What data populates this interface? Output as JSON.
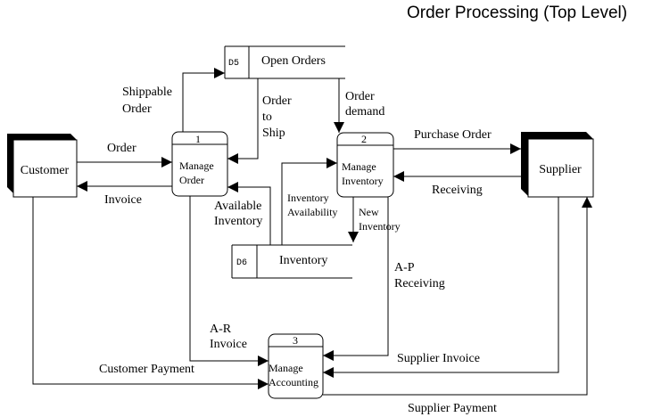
{
  "diagram": {
    "title": "Order Processing (Top Level)",
    "type": "data-flow-diagram",
    "colors": {
      "line": "#000000",
      "background": "#ffffff",
      "shadow": "#000000"
    },
    "external_entities": [
      {
        "id": "customer",
        "label": "Customer"
      },
      {
        "id": "supplier",
        "label": "Supplier"
      }
    ],
    "processes": [
      {
        "id": "p1",
        "number": "1",
        "label_lines": [
          "Manage",
          "Order"
        ]
      },
      {
        "id": "p2",
        "number": "2",
        "label_lines": [
          "Manage",
          "Inventory"
        ]
      },
      {
        "id": "p3",
        "number": "3",
        "label_lines": [
          "Manage",
          "Accounting"
        ]
      }
    ],
    "data_stores": [
      {
        "id": "d5",
        "code": "D5",
        "label": "Open Orders"
      },
      {
        "id": "d6",
        "code": "D6",
        "label": "Inventory"
      }
    ],
    "flows": [
      {
        "id": "order",
        "from": "customer",
        "to": "p1",
        "label_lines": [
          "Order"
        ]
      },
      {
        "id": "invoice",
        "from": "p1",
        "to": "customer",
        "label_lines": [
          "Invoice"
        ]
      },
      {
        "id": "shippable-order",
        "from": "p1",
        "to": "d5",
        "label_lines": [
          "Shippable",
          "Order"
        ]
      },
      {
        "id": "order-to-ship",
        "from": "d5",
        "to": "p1",
        "label_lines": [
          "Order",
          "to",
          "Ship"
        ]
      },
      {
        "id": "order-demand",
        "from": "d5",
        "to": "p2",
        "label_lines": [
          "Order",
          "demand"
        ]
      },
      {
        "id": "available-inventory",
        "from": "d6",
        "to": "p1",
        "label_lines": [
          "Available",
          "Inventory"
        ]
      },
      {
        "id": "inventory-availability",
        "from": "d6",
        "to": "p2",
        "label_lines": [
          "Inventory",
          "Availability"
        ]
      },
      {
        "id": "new-inventory",
        "from": "p2",
        "to": "d6",
        "label_lines": [
          "New",
          "Inventory"
        ]
      },
      {
        "id": "purchase-order",
        "from": "p2",
        "to": "supplier",
        "label_lines": [
          "Purchase Order"
        ]
      },
      {
        "id": "receiving",
        "from": "supplier",
        "to": "p2",
        "label_lines": [
          "Receiving"
        ]
      },
      {
        "id": "ap-receiving",
        "from": "p2",
        "to": "p3",
        "label_lines": [
          "A-P",
          "Receiving"
        ]
      },
      {
        "id": "ar-invoice",
        "from": "p1",
        "to": "p3",
        "label_lines": [
          "A-R",
          "Invoice"
        ]
      },
      {
        "id": "customer-payment",
        "from": "customer",
        "to": "p3",
        "label_lines": [
          "Customer Payment"
        ]
      },
      {
        "id": "supplier-invoice",
        "from": "supplier",
        "to": "p3",
        "label_lines": [
          "Supplier Invoice"
        ]
      },
      {
        "id": "supplier-payment",
        "from": "p3",
        "to": "supplier",
        "label_lines": [
          "Supplier Payment"
        ]
      }
    ]
  }
}
